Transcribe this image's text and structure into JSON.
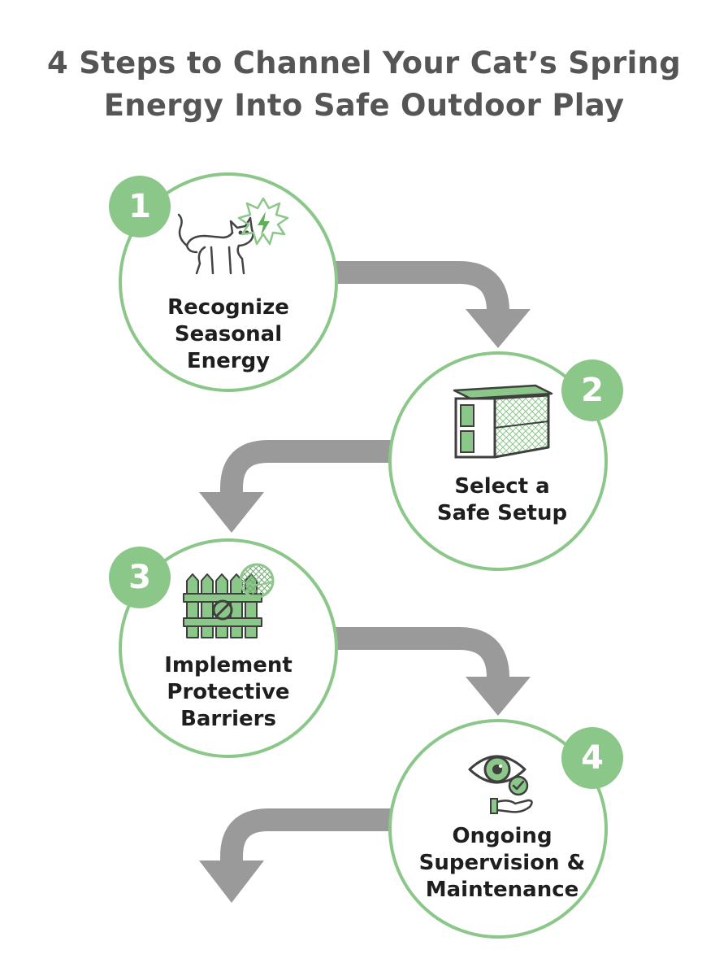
{
  "title": {
    "line1": "4 Steps to Channel Your Cat’s Spring",
    "line2": "Energy Into Safe Outdoor Play"
  },
  "colors": {
    "accent_green": "#8cc78a",
    "arrow_gray": "#9a9a9a",
    "text_dark": "#1e1e1e",
    "title_gray": "#555555"
  },
  "steps": [
    {
      "number": "1",
      "label_lines": [
        "Recognize",
        "Seasonal",
        "Energy"
      ],
      "icon": "cat-energy-icon"
    },
    {
      "number": "2",
      "label_lines": [
        "Select a",
        "Safe Setup"
      ],
      "icon": "cat-enclosure-icon"
    },
    {
      "number": "3",
      "label_lines": [
        "Implement",
        "Protective",
        "Barriers"
      ],
      "icon": "fence-barrier-icon"
    },
    {
      "number": "4",
      "label_lines": [
        "Ongoing",
        "Supervision &",
        "Maintenance"
      ],
      "icon": "eye-supervision-icon"
    }
  ]
}
